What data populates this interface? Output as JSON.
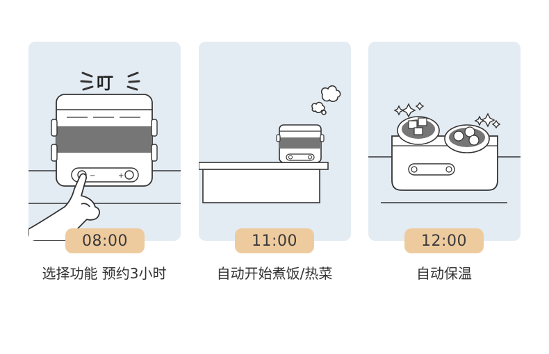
{
  "steps": [
    {
      "time": "08:00",
      "caption": "选择功能 预约3小时",
      "sound_text": "叮"
    },
    {
      "time": "11:00",
      "caption": "自动开始煮饭/热菜"
    },
    {
      "time": "12:00",
      "caption": "自动保温"
    }
  ],
  "colors": {
    "panel_bg": "#e3ebf3",
    "badge_bg": "#eecb9f",
    "band": "#767676",
    "outline": "#333333"
  }
}
